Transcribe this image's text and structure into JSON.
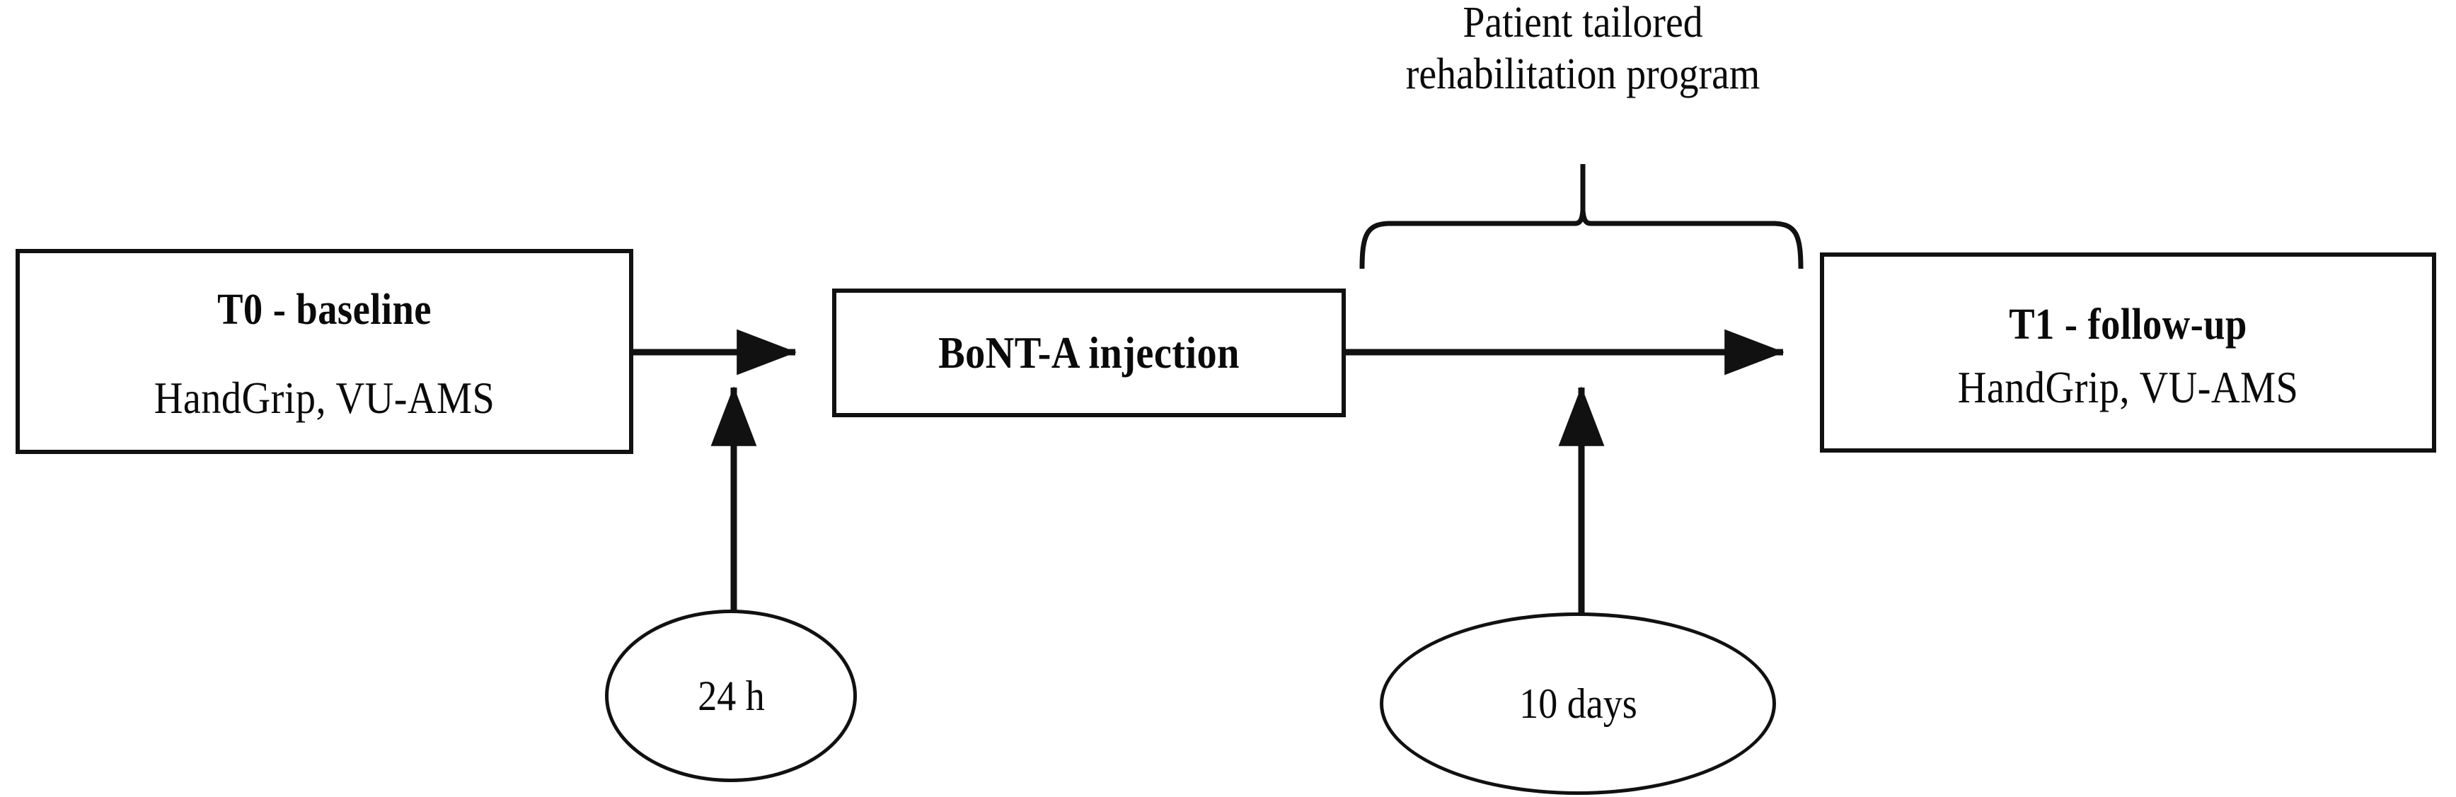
{
  "figure": {
    "type": "study-protocol-flow-diagram",
    "background_color": "#ffffff",
    "stroke_color": "#111111"
  },
  "nodes": {
    "t0": {
      "shape": "rectangle",
      "title": "T0 - baseline",
      "subtitle": "HandGrip, VU-AMS"
    },
    "bont": {
      "shape": "rectangle",
      "title": "BoNT-A injection"
    },
    "t1": {
      "shape": "rectangle",
      "title": "T1 - follow-up",
      "subtitle": "HandGrip, VU-AMS"
    },
    "interval_24h": {
      "shape": "ellipse",
      "label": "24 h"
    },
    "interval_10days": {
      "shape": "ellipse",
      "label": "10 days"
    }
  },
  "brace_label": {
    "line_1": "Patient tailored",
    "line_2": "rehabilitation program"
  },
  "connectors": [
    {
      "name": "t0-to-bont",
      "from": "t0",
      "to": "bont",
      "style": "solid-arrow",
      "direction": "right"
    },
    {
      "name": "bont-to-t1",
      "from": "bont",
      "to": "t1",
      "style": "solid-arrow",
      "direction": "right"
    },
    {
      "name": "24h-to-flow",
      "from": "interval_24h",
      "to": "t0-to-bont",
      "style": "solid-arrow",
      "direction": "up"
    },
    {
      "name": "10days-to-flow",
      "from": "interval_10days",
      "to": "bont-to-t1",
      "style": "solid-arrow",
      "direction": "up"
    },
    {
      "name": "rehab-brace",
      "from": "brace_label",
      "to": "bont-to-t1",
      "style": "curly-brace",
      "direction": "down"
    }
  ]
}
